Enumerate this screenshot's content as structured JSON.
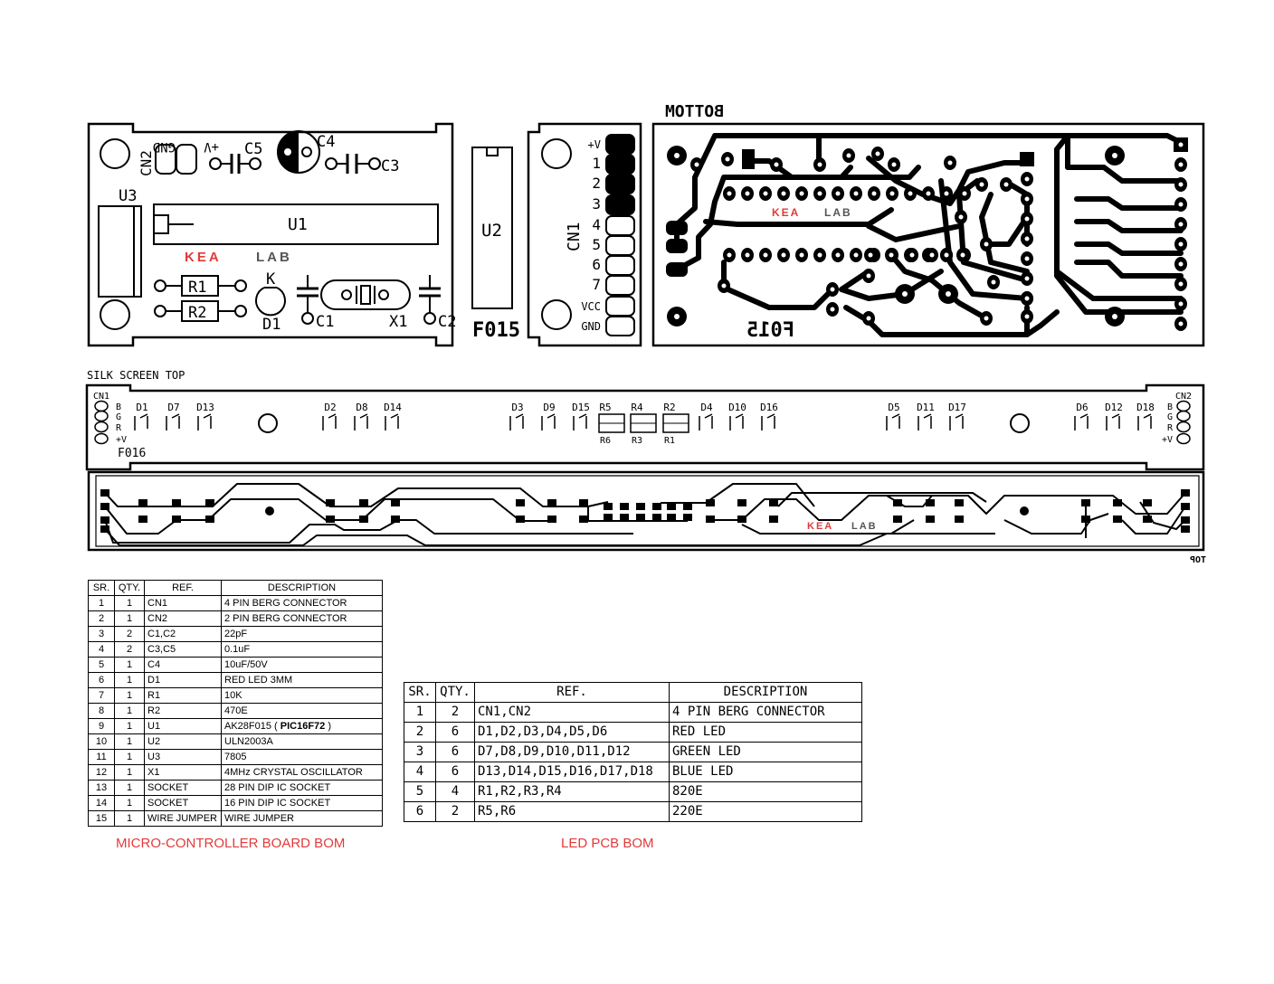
{
  "brand": {
    "part1": "KEA",
    "part2": "LAB"
  },
  "colors": {
    "brand_red": "#e23a3a",
    "trace": "#000000",
    "background": "#ffffff"
  },
  "mcu_silk": {
    "cn2": "CN2",
    "gnd": "GND",
    "vplus": "+V",
    "c5": "C5",
    "c4": "C4",
    "c3": "C3",
    "u3": "U3",
    "u1": "U1",
    "r1": "R1",
    "r2": "R2",
    "k": "K",
    "d1": "D1",
    "c1": "C1",
    "x1": "X1",
    "c2": "C2"
  },
  "u2_board": {
    "u2": "U2",
    "code": "F015",
    "cn1": "CN1",
    "pins": [
      "+V",
      "1",
      "2",
      "3",
      "4",
      "5",
      "6",
      "7",
      "VCC",
      "GND"
    ]
  },
  "bottom_board": {
    "title": "BOTTOM",
    "code": "F015"
  },
  "led_silk": {
    "title": "SILK SCREEN TOP",
    "code": "F016",
    "cn1": "CN1",
    "cn2": "CN2",
    "pin_labels": [
      "B",
      "G",
      "R",
      "+V"
    ],
    "groups": [
      [
        "D1",
        "D7",
        "D13"
      ],
      [
        "D2",
        "D8",
        "D14"
      ],
      [
        "D3",
        "D9",
        "D15"
      ],
      [
        "D4",
        "D10",
        "D16"
      ],
      [
        "D5",
        "D11",
        "D17"
      ],
      [
        "D6",
        "D12",
        "D18"
      ]
    ],
    "resistors_top": [
      "R5",
      "R4",
      "R2"
    ],
    "resistors_bottom": [
      "R6",
      "R3",
      "R1"
    ]
  },
  "led_top": {
    "title": "TOP"
  },
  "bom_mcu": {
    "caption": "MICRO-CONTROLLER BOARD BOM",
    "headers": [
      "SR.",
      "QTY.",
      "REF.",
      "DESCRIPTION"
    ],
    "rows": [
      [
        "1",
        "1",
        "CN1",
        "4 PIN BERG CONNECTOR"
      ],
      [
        "2",
        "1",
        "CN2",
        "2 PIN BERG CONNECTOR"
      ],
      [
        "3",
        "2",
        "C1,C2",
        "22pF"
      ],
      [
        "4",
        "2",
        "C3,C5",
        "0.1uF"
      ],
      [
        "5",
        "1",
        "C4",
        "10uF/50V"
      ],
      [
        "6",
        "1",
        "D1",
        "RED LED 3MM"
      ],
      [
        "7",
        "1",
        "R1",
        "10K"
      ],
      [
        "8",
        "1",
        "R2",
        "470E"
      ],
      [
        "9",
        "1",
        "U1",
        "AK28F015 ( PIC16F72 )"
      ],
      [
        "10",
        "1",
        "U2",
        "ULN2003A"
      ],
      [
        "11",
        "1",
        "U3",
        "7805"
      ],
      [
        "12",
        "1",
        "X1",
        "4MHz CRYSTAL OSCILLATOR"
      ],
      [
        "13",
        "1",
        "SOCKET",
        "28 PIN DIP IC SOCKET"
      ],
      [
        "14",
        "1",
        "SOCKET",
        "16 PIN DIP IC SOCKET"
      ],
      [
        "15",
        "1",
        "WIRE JUMPER",
        "WIRE JUMPER"
      ]
    ],
    "u1_desc_prefix": "AK28F015 (",
    "u1_desc_bold": "PIC16F72",
    "u1_desc_suffix": ")"
  },
  "bom_led": {
    "caption": "LED PCB BOM",
    "headers": [
      "SR.",
      "QTY.",
      "REF.",
      "DESCRIPTION"
    ],
    "rows": [
      [
        "1",
        "2",
        "CN1,CN2",
        "4 PIN BERG CONNECTOR"
      ],
      [
        "2",
        "6",
        "D1,D2,D3,D4,D5,D6",
        "RED LED"
      ],
      [
        "3",
        "6",
        "D7,D8,D9,D10,D11,D12",
        "GREEN LED"
      ],
      [
        "4",
        "6",
        "D13,D14,D15,D16,D17,D18",
        "BLUE LED"
      ],
      [
        "5",
        "4",
        "R1,R2,R3,R4",
        "820E"
      ],
      [
        "6",
        "2",
        "R5,R6",
        "220E"
      ]
    ]
  }
}
